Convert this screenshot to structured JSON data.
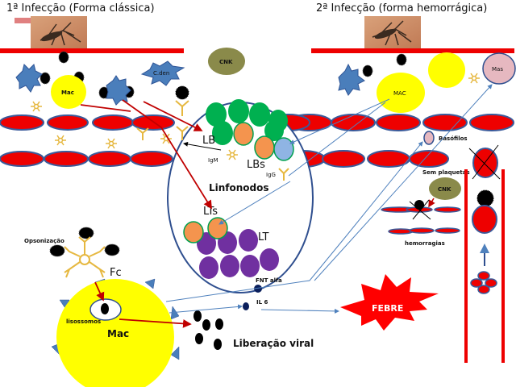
{
  "titles": {
    "first_infection": "1ª  Infecção (Forma clássica)",
    "second_infection": "2ª  Infecção (forma hemorrágica)"
  },
  "labels": {
    "mac_top_left": "Mac",
    "c_den": "C.den",
    "cnk_top": "CNK",
    "mac_top_right": "MAC",
    "mas": "Mas",
    "basofilos": "Basófilos",
    "sem_plaquetas": "Sem plaquetas",
    "cnk_right": "CNK",
    "hemorragias": "hemorragias",
    "lb": "LB",
    "lbs": "LBs",
    "igm": "IgM",
    "igg": "IgG",
    "linfonodos": "Linfonodos",
    "lts": "LTs",
    "lt": "LT",
    "opsonizacao": "Opsonização",
    "fc": "Fc",
    "lisossomos": "lisossomos",
    "mac_bottom": "Mac",
    "fnt_alfa": "FNT alfa",
    "il6": "IL 6",
    "febre": "FEBRE",
    "liberacao_viral": "Liberação viral"
  },
  "images": {
    "mosquito_left": "mosquito-photo",
    "mosquito_right": "mosquito-photo"
  },
  "colors": {
    "vessel_red": "#ee0000",
    "rbc_border": "#3a5a9a",
    "macrophage_yellow": "#ffff00",
    "dendritic_blue": "#4a7ebb",
    "cnk_olive": "#8a8a4a",
    "lb_green": "#00b050",
    "lbs_orange": "#f4944e",
    "lt_purple": "#7030a0",
    "igg_blue": "#8fb4e3",
    "mas_pink": "#e6b8c0",
    "antibody_gold": "#e6b840",
    "febre_red": "#ff0000",
    "arrow_darkred": "#c00000",
    "arrow_blue": "#4f81bd",
    "lymph_node_border": "#2f4f8f"
  }
}
